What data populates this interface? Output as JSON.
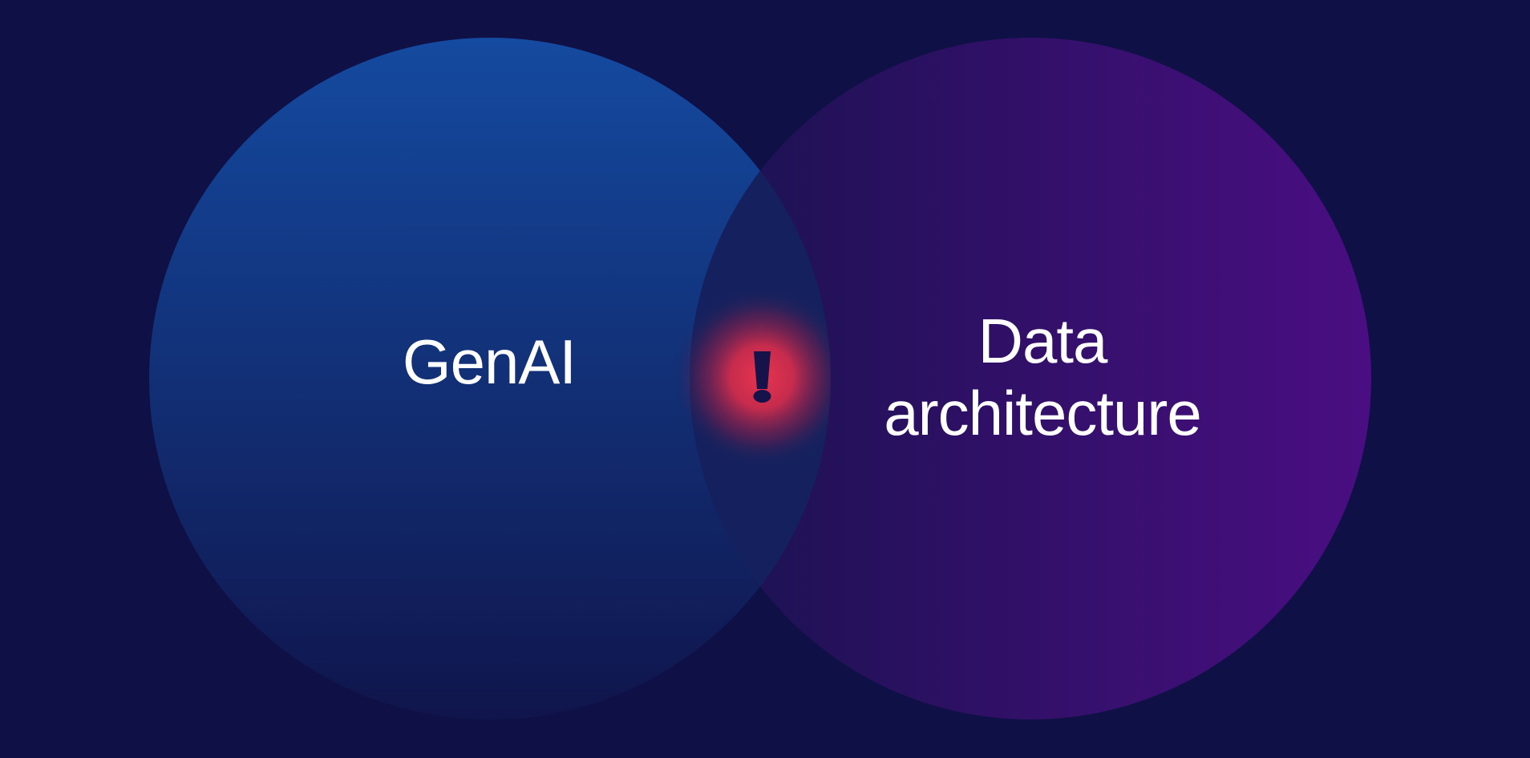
{
  "diagram": {
    "left_circle": {
      "label": "GenAI"
    },
    "right_circle": {
      "label_line1": "Data",
      "label_line2": "architecture"
    },
    "intersection": {
      "symbol": "!",
      "icon": "exclamation-icon"
    },
    "colors": {
      "background": "#0f1045",
      "left_circle_top": "#144aa0",
      "left_circle_bottom": "#10154c",
      "right_circle_left": "#1a1250",
      "right_circle_right": "#4a0e82",
      "intersection": "#15215e",
      "alert_glow": "#e0304a",
      "alert_symbol": "#15134a",
      "label_text": "#ffffff"
    }
  }
}
